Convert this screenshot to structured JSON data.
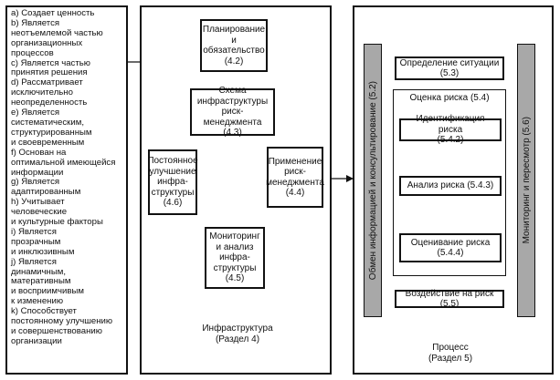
{
  "principles": [
    "a) Создает ценность",
    "b) Является\nнеотъемлемой частью\nорганизационных\nпроцессов",
    "c) Является частью\nпринятия решения",
    "d) Рассматривает\nисключительно\nнеопределенность",
    "e) Является\nсистематическим,\nструктурированным\nи своевременным",
    "f) Основан на\nоптимальной имеющейся\nинформации",
    "g) Является\nадаптированным",
    "h) Учитывает\nчеловеческие\nи культурные факторы",
    "i) Является\nпрозрачным\nи инклюзивным",
    "j) Является\nдинамичным,\nматеративным\nи восприимчивым\nк изменению",
    "k) Способствует\nпостоянному улучшению\nи совершенствованию\nорганизации"
  ],
  "infrastructure": {
    "caption": "Инфраструктура\n(Раздел 4)",
    "planning": "Планирование\nи\nобязательство\n(4.2)",
    "scheme": "Схема\nинфраструктуры\nриск-менеджмента\n(4.3)",
    "improvement": "Постоянное\nулучшение\nинфра-\nструктуры\n(4.6)",
    "application": "Применение\nриск-\nменеджмента\n(4.4)",
    "monitoring": "Мониторинг\nи анализ\nинфра-\nструктуры\n(4.5)"
  },
  "process": {
    "caption": "Процесс\n(Раздел 5)",
    "communication": "Обмен информацией и консультирование (5.2)",
    "monitoring_review": "Мониторинг и пересмотр (5.6)",
    "context": "Определение ситуации\n(5.3)",
    "assessment": "Оценка риска (5.4)",
    "identification": "Идентификация риска\n(5.4.2)",
    "analysis": "Анализ риска (5.4.3)",
    "evaluation": "Оценивание риска\n(5.4.4)",
    "treatment": "Воздействие на риск (5.5)"
  },
  "colors": {
    "line": "#111111",
    "bar_fill": "#a8a8a8",
    "background": "#ffffff"
  }
}
